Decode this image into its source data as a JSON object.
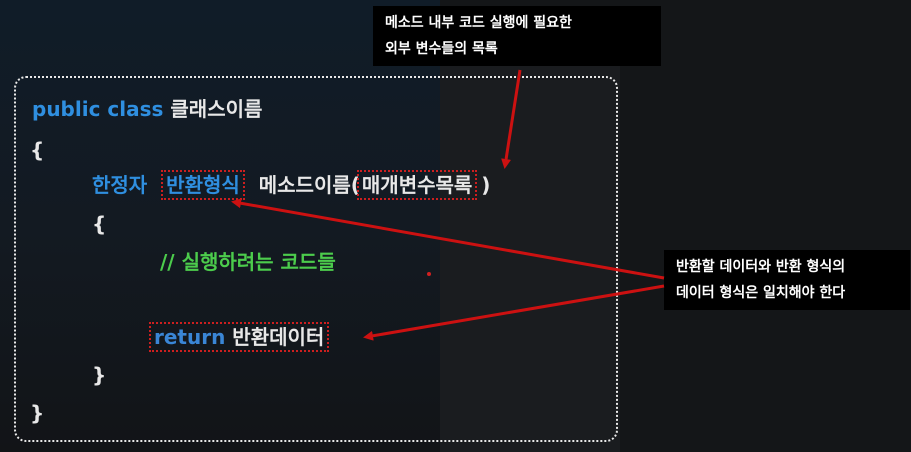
{
  "code": {
    "line1_kw": "public class",
    "line1_name": "클래스이름",
    "brace_open": "{",
    "modifier": "한정자",
    "return_type": "반환형식",
    "method_name": "메소드이름(",
    "params": "매개변수목록",
    "paren_close": ")",
    "inner_open": "{",
    "comment": "// 실행하려는 코드들",
    "return_kw": "return",
    "return_data": "반환데이터",
    "inner_close": "}",
    "brace_close": "}"
  },
  "callouts": {
    "top_line1": "메소드 내부 코드 실행에 필요한",
    "top_line2": "외부 변수들의 목록",
    "right_line1": "반환할 데이터와 반환 형식의",
    "right_line2": "데이터 형식은 일치해야 한다"
  },
  "colors": {
    "keyword": "#2f8fe0",
    "comment": "#4ccc4c",
    "highlight_border": "#cc1f1f",
    "arrow": "#cc1111"
  }
}
